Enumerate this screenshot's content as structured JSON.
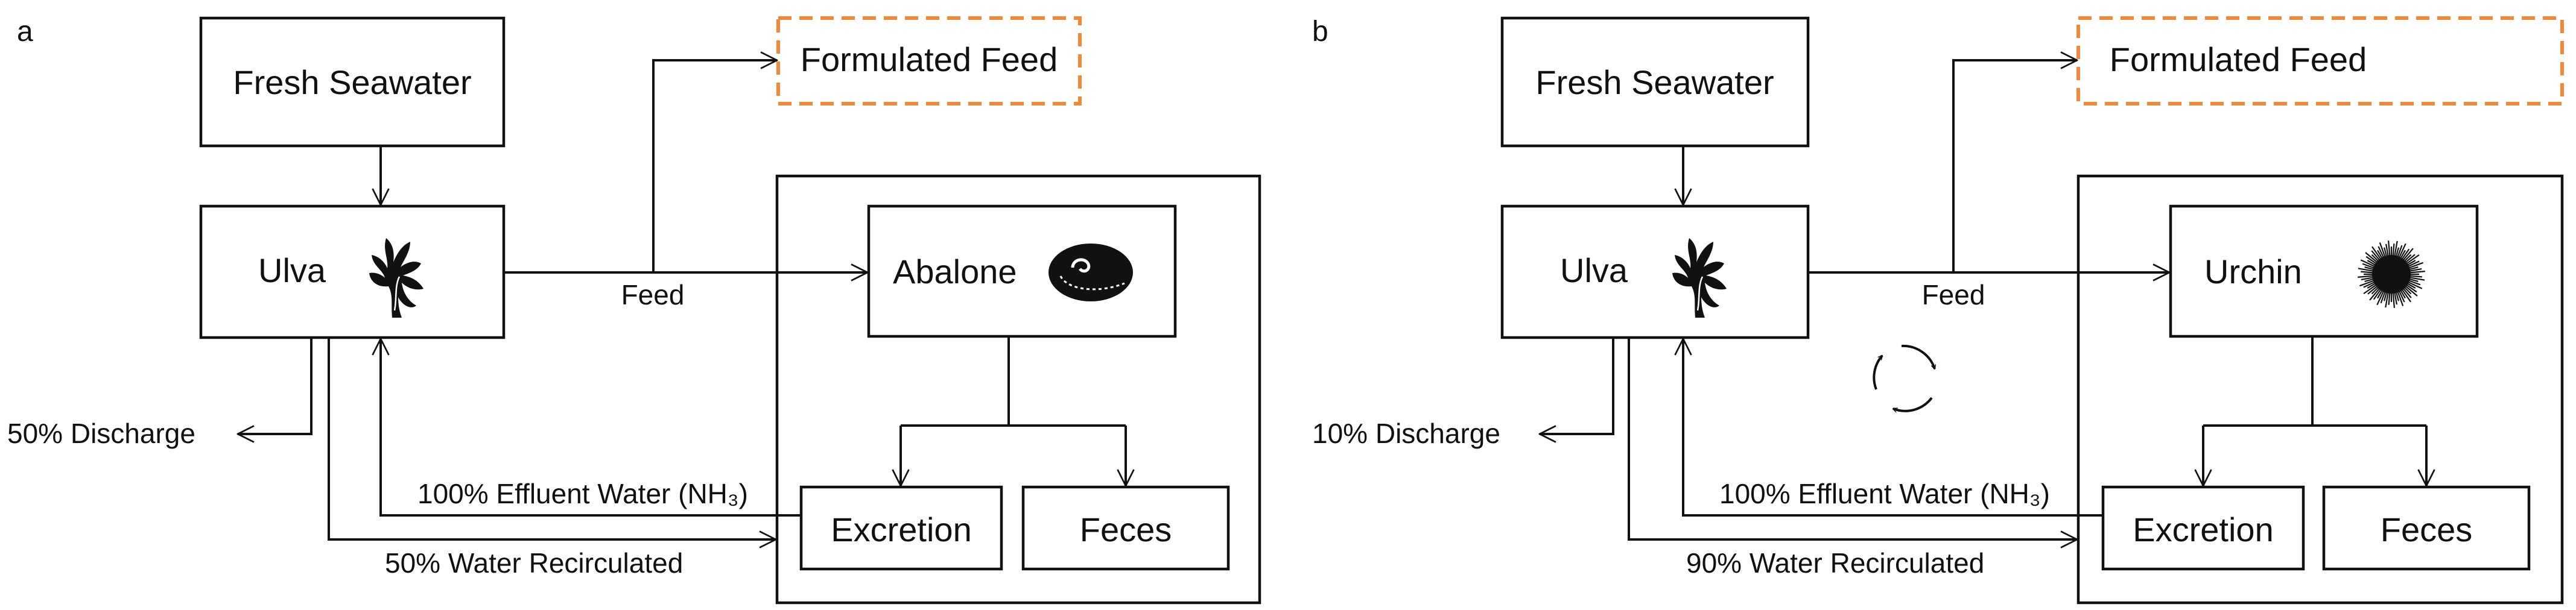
{
  "panels": [
    {
      "letter": "a",
      "seawater": "Fresh Seawater",
      "ulva": "Ulva",
      "formulated": "Formulated Feed",
      "feed": "Feed",
      "animal": "Abalone",
      "excretion": "Excretion",
      "feces": "Feces",
      "discharge": "50%  Discharge",
      "effluent": "100% Effluent Water (NH₃)",
      "recirc": "50%  Water Recirculated"
    },
    {
      "letter": "b",
      "seawater": "Fresh Seawater",
      "ulva": "Ulva",
      "formulated": "Formulated Feed",
      "feed": "Feed",
      "animal": "Urchin",
      "excretion": "Excretion",
      "feces": "Feces",
      "discharge": "10%  Discharge",
      "effluent": "100% Effluent Water (NH₃)",
      "recirc": "90%  Water Recirculated"
    }
  ],
  "colors": {
    "line": "#111111",
    "formulated_border": "#f08a3a"
  },
  "icons": {
    "ulva": "seaweed-icon",
    "abalone": "abalone-icon",
    "urchin": "urchin-icon",
    "recycle": "recycle-arrows-icon"
  }
}
